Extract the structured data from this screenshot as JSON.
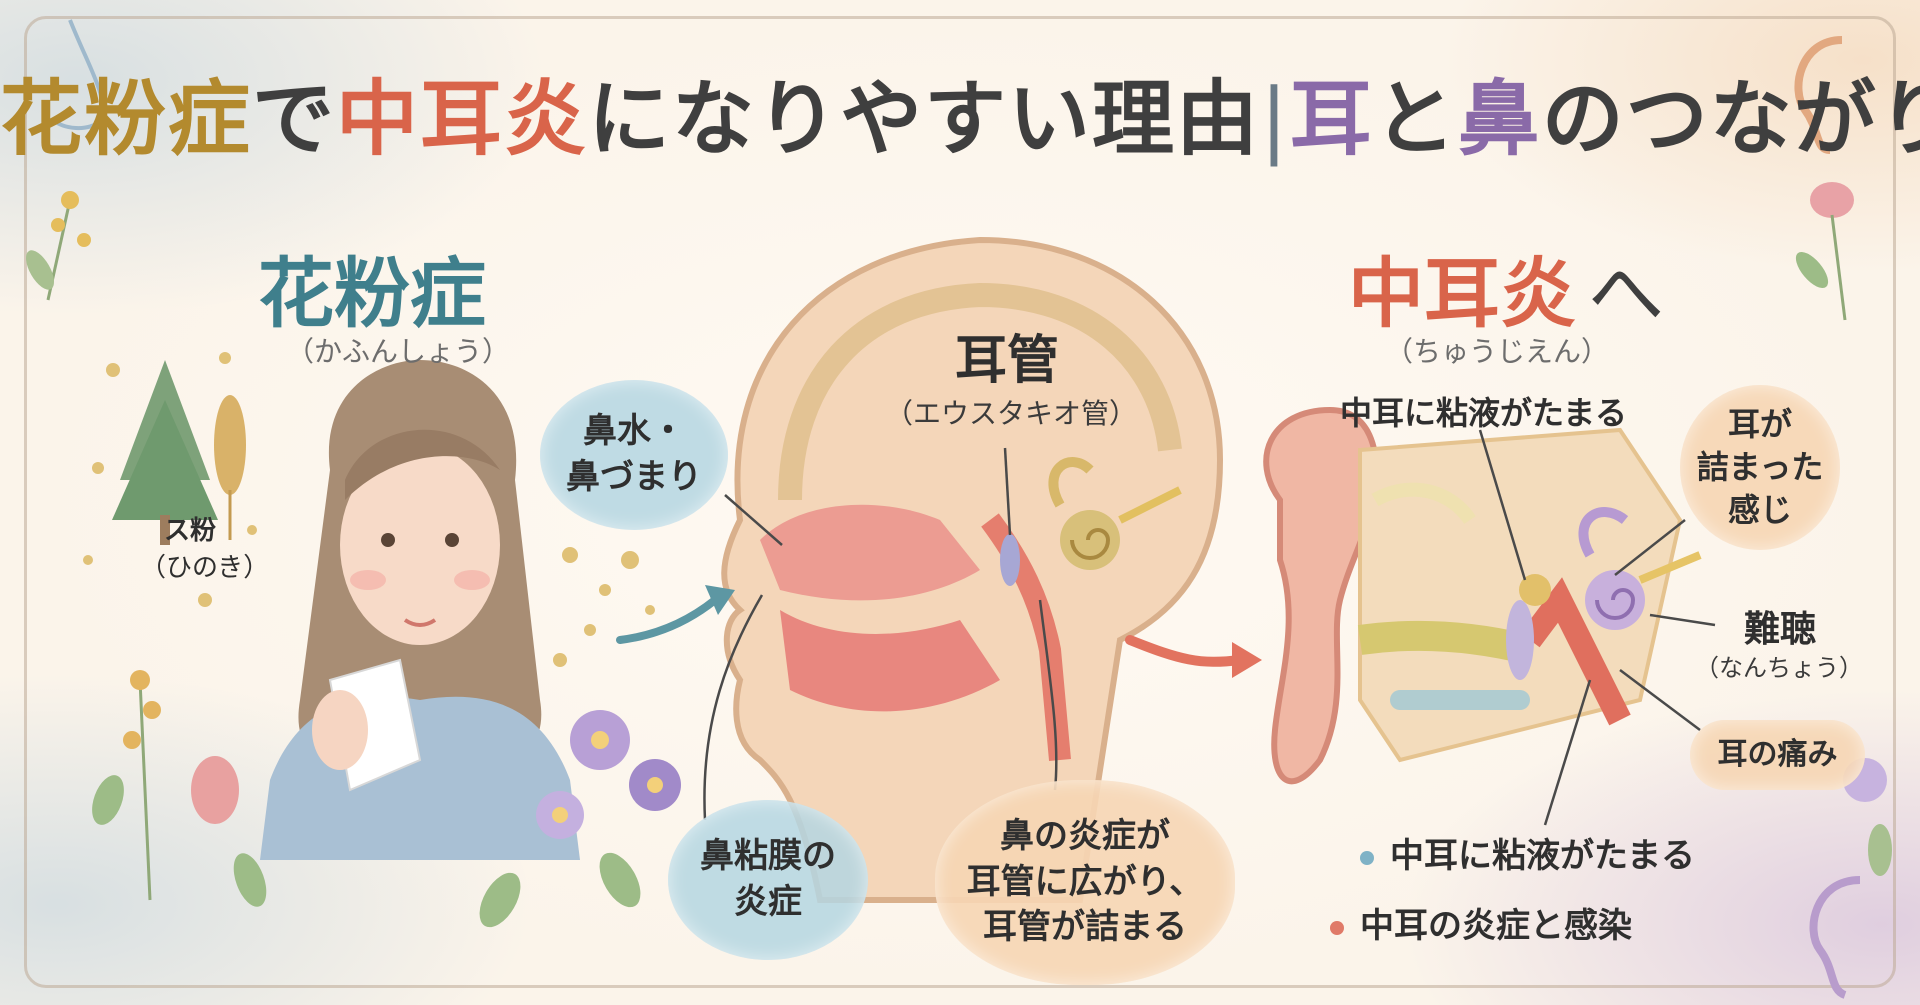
{
  "title": {
    "part1": "花粉症",
    "part2": "で",
    "part3": "中耳炎",
    "part4": "になりやすい理由",
    "separator": "|",
    "part5": "耳",
    "part6": "と",
    "part7": "鼻",
    "part8": "のつながり"
  },
  "left": {
    "heading": "花粉症",
    "reading": "（かふんしょう）",
    "pollen_label_line1": "ス粉",
    "pollen_label_line2": "（ひのき）"
  },
  "middle": {
    "heading": "耳管",
    "subheading": "（エウスタキオ管）",
    "bubble_runny_line1": "鼻水・",
    "bubble_runny_line2": "鼻づまり",
    "bubble_mucosa_line1": "鼻粘膜の",
    "bubble_mucosa_line2": "炎症",
    "bubble_spread_line1": "鼻の炎症が",
    "bubble_spread_line2": "耳管に広がり、",
    "bubble_spread_line3": "耳管が詰まる"
  },
  "right": {
    "heading": "中耳炎",
    "heading_suffix": "へ",
    "reading": "（ちゅうじえん）",
    "label_fluid_top": "中耳に粘液がたまる",
    "bubble_clogged_line1": "耳が",
    "bubble_clogged_line2": "詰まった",
    "bubble_clogged_line3": "感じ",
    "label_hearing": "難聴",
    "label_hearing_reading": "（なんちょう）",
    "bubble_pain": "耳の痛み",
    "bullet1": "中耳に粘液がたまる",
    "bullet2": "中耳の炎症と感染"
  },
  "colors": {
    "gold": "#b38a2e",
    "red": "#d9644a",
    "teal": "#3f7f8c",
    "purple": "#8a6aa8",
    "bullet_blue": "#7fb2c6",
    "bullet_red": "#e07a68"
  }
}
